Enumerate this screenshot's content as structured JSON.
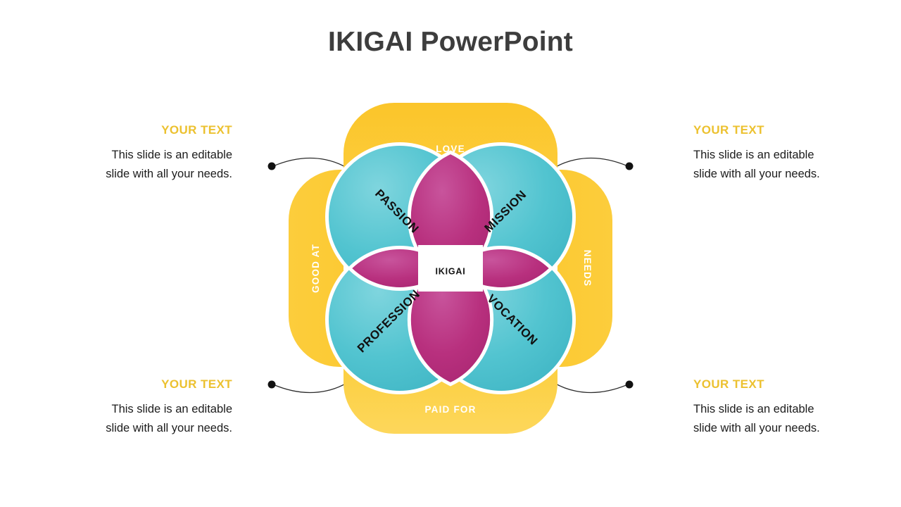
{
  "slide": {
    "title": "IKIGAI PowerPoint",
    "background_color": "#ffffff",
    "title_color": "#3d3d3d"
  },
  "palette": {
    "yellow": "#FBC82E",
    "yellow_light": "#FDD75B",
    "teal": "#4BC2CE",
    "teal_light": "#72D2DB",
    "magenta": "#B8307E",
    "magenta_light": "#C94B95",
    "heading": "#ecc12f",
    "body_text": "#1c1c1c",
    "connector": "#2b2b2b"
  },
  "text_blocks": [
    {
      "id": "top-left",
      "heading": "YOUR TEXT",
      "body_line_1": "This slide is an editable",
      "body_line_2": "slide with all your needs."
    },
    {
      "id": "bottom-left",
      "heading": "YOUR TEXT",
      "body_line_1": "This slide is an editable",
      "body_line_2": "slide with all your needs."
    },
    {
      "id": "top-right",
      "heading": "YOUR TEXT",
      "body_line_1": "This slide is an editable",
      "body_line_2": "slide with all your needs."
    },
    {
      "id": "bottom-right",
      "heading": "YOUR TEXT",
      "body_line_1": "This slide is an editable",
      "body_line_2": "slide with all your needs."
    }
  ],
  "diagram": {
    "type": "ikigai-venn",
    "center_label": "IKIGAI",
    "outer_labels": {
      "top": "LOVE",
      "left": "GOOD AT",
      "right": "NEEDS",
      "bottom": "PAID FOR"
    },
    "petal_labels": {
      "top_left": "PASSION",
      "top_right": "MISSION",
      "bottom_left": "PROFESSION",
      "bottom_right": "VOCATION"
    }
  }
}
